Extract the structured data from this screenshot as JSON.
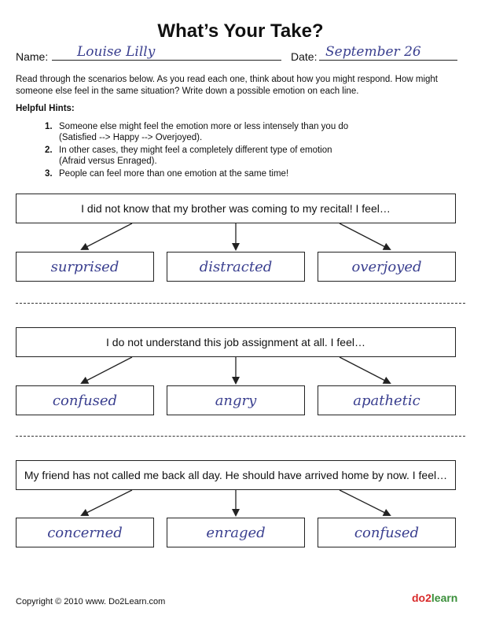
{
  "title": "What’s Your Take?",
  "name_label": "Name:",
  "name_value": "Louise Lilly",
  "date_label": "Date:",
  "date_value": "September 26",
  "intro": "Read through the scenarios below.  As you read each one, think about how you might respond.  How might someone else feel in the same situation?  Write down a possible emotion on each line.",
  "hints_title": "Helpful Hints:",
  "hints": [
    {
      "num": "1.",
      "line1": "Someone else might feel the emotion more or less intensely than you do",
      "line2": "(Satisfied --> Happy --> Overjoyed)."
    },
    {
      "num": "2.",
      "line1": "In other cases, they might feel a completely different type of emotion",
      "line2": "(Afraid versus Enraged)."
    },
    {
      "num": "3.",
      "line1": "People can feel more than one emotion at the same time!",
      "line2": ""
    }
  ],
  "scenarios": [
    {
      "prompt": "I did not know that my brother was coming to my recital! I feel…",
      "answers": [
        "surprised",
        "distracted",
        "overjoyed"
      ]
    },
    {
      "prompt": "I do not understand this job assignment at all.  I feel…",
      "answers": [
        "confused",
        "angry",
        "apathetic"
      ]
    },
    {
      "prompt": "My friend has not called me back all day.  He should have arrived home by now.  I feel…",
      "answers": [
        "concerned",
        "enraged",
        "confused"
      ]
    }
  ],
  "copyright": "Copyright © 2010 www. Do2Learn.com",
  "logo": {
    "part1": "do2",
    "part2": "learn"
  }
}
